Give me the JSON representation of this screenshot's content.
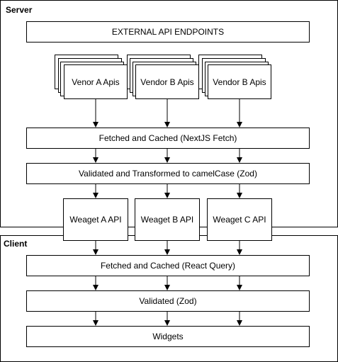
{
  "server": {
    "label": "Server"
  },
  "client": {
    "label": "Client"
  },
  "external": {
    "label": "EXTERNAL API ENDPOINTS"
  },
  "vendors": [
    {
      "label": "Venor A Apis"
    },
    {
      "label": "Vendor B Apis"
    },
    {
      "label": "Vendor B Apis"
    }
  ],
  "server_fetch": {
    "label": "Fetched and Cached (NextJS Fetch)"
  },
  "server_validate": {
    "label": "Validated and Transformed to camelCase (Zod)"
  },
  "apis": [
    {
      "label": "Weaget A API"
    },
    {
      "label": "Weaget B API"
    },
    {
      "label": "Weaget C API"
    }
  ],
  "client_fetch": {
    "label": "Fetched and Cached (React Query)"
  },
  "client_validate": {
    "label": "Validated (Zod)"
  },
  "widgets": {
    "label": "Widgets"
  }
}
